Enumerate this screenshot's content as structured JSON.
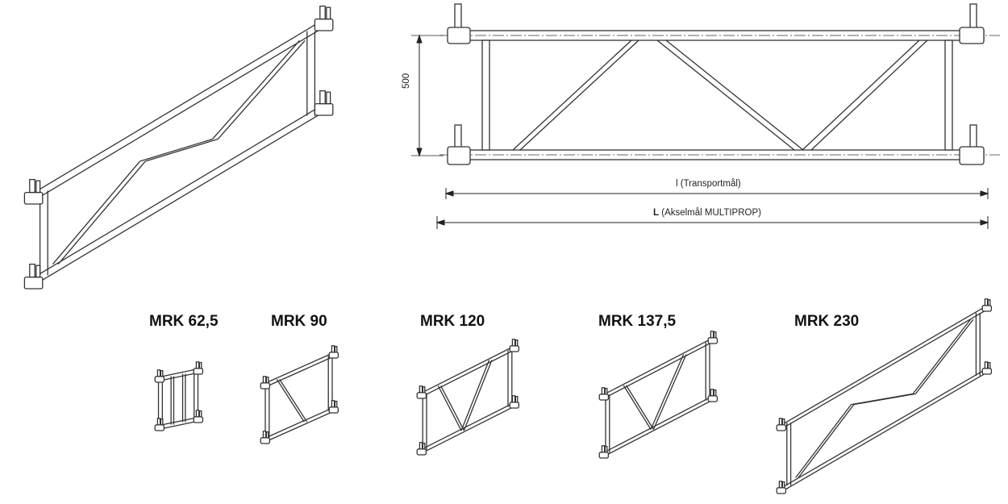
{
  "elevation": {
    "height_dimension": "500",
    "transport_dimension": "l (Transportmål)",
    "axis_dimension_symbol": "L",
    "axis_dimension_text": "(Akselmål MULTIPROP)"
  },
  "variants": [
    {
      "label": "MRK 62,5"
    },
    {
      "label": "MRK 90"
    },
    {
      "label": "MRK 120"
    },
    {
      "label": "MRK 137,5"
    },
    {
      "label": "MRK 230"
    }
  ],
  "colors": {
    "line": "#333333",
    "background": "#ffffff"
  }
}
